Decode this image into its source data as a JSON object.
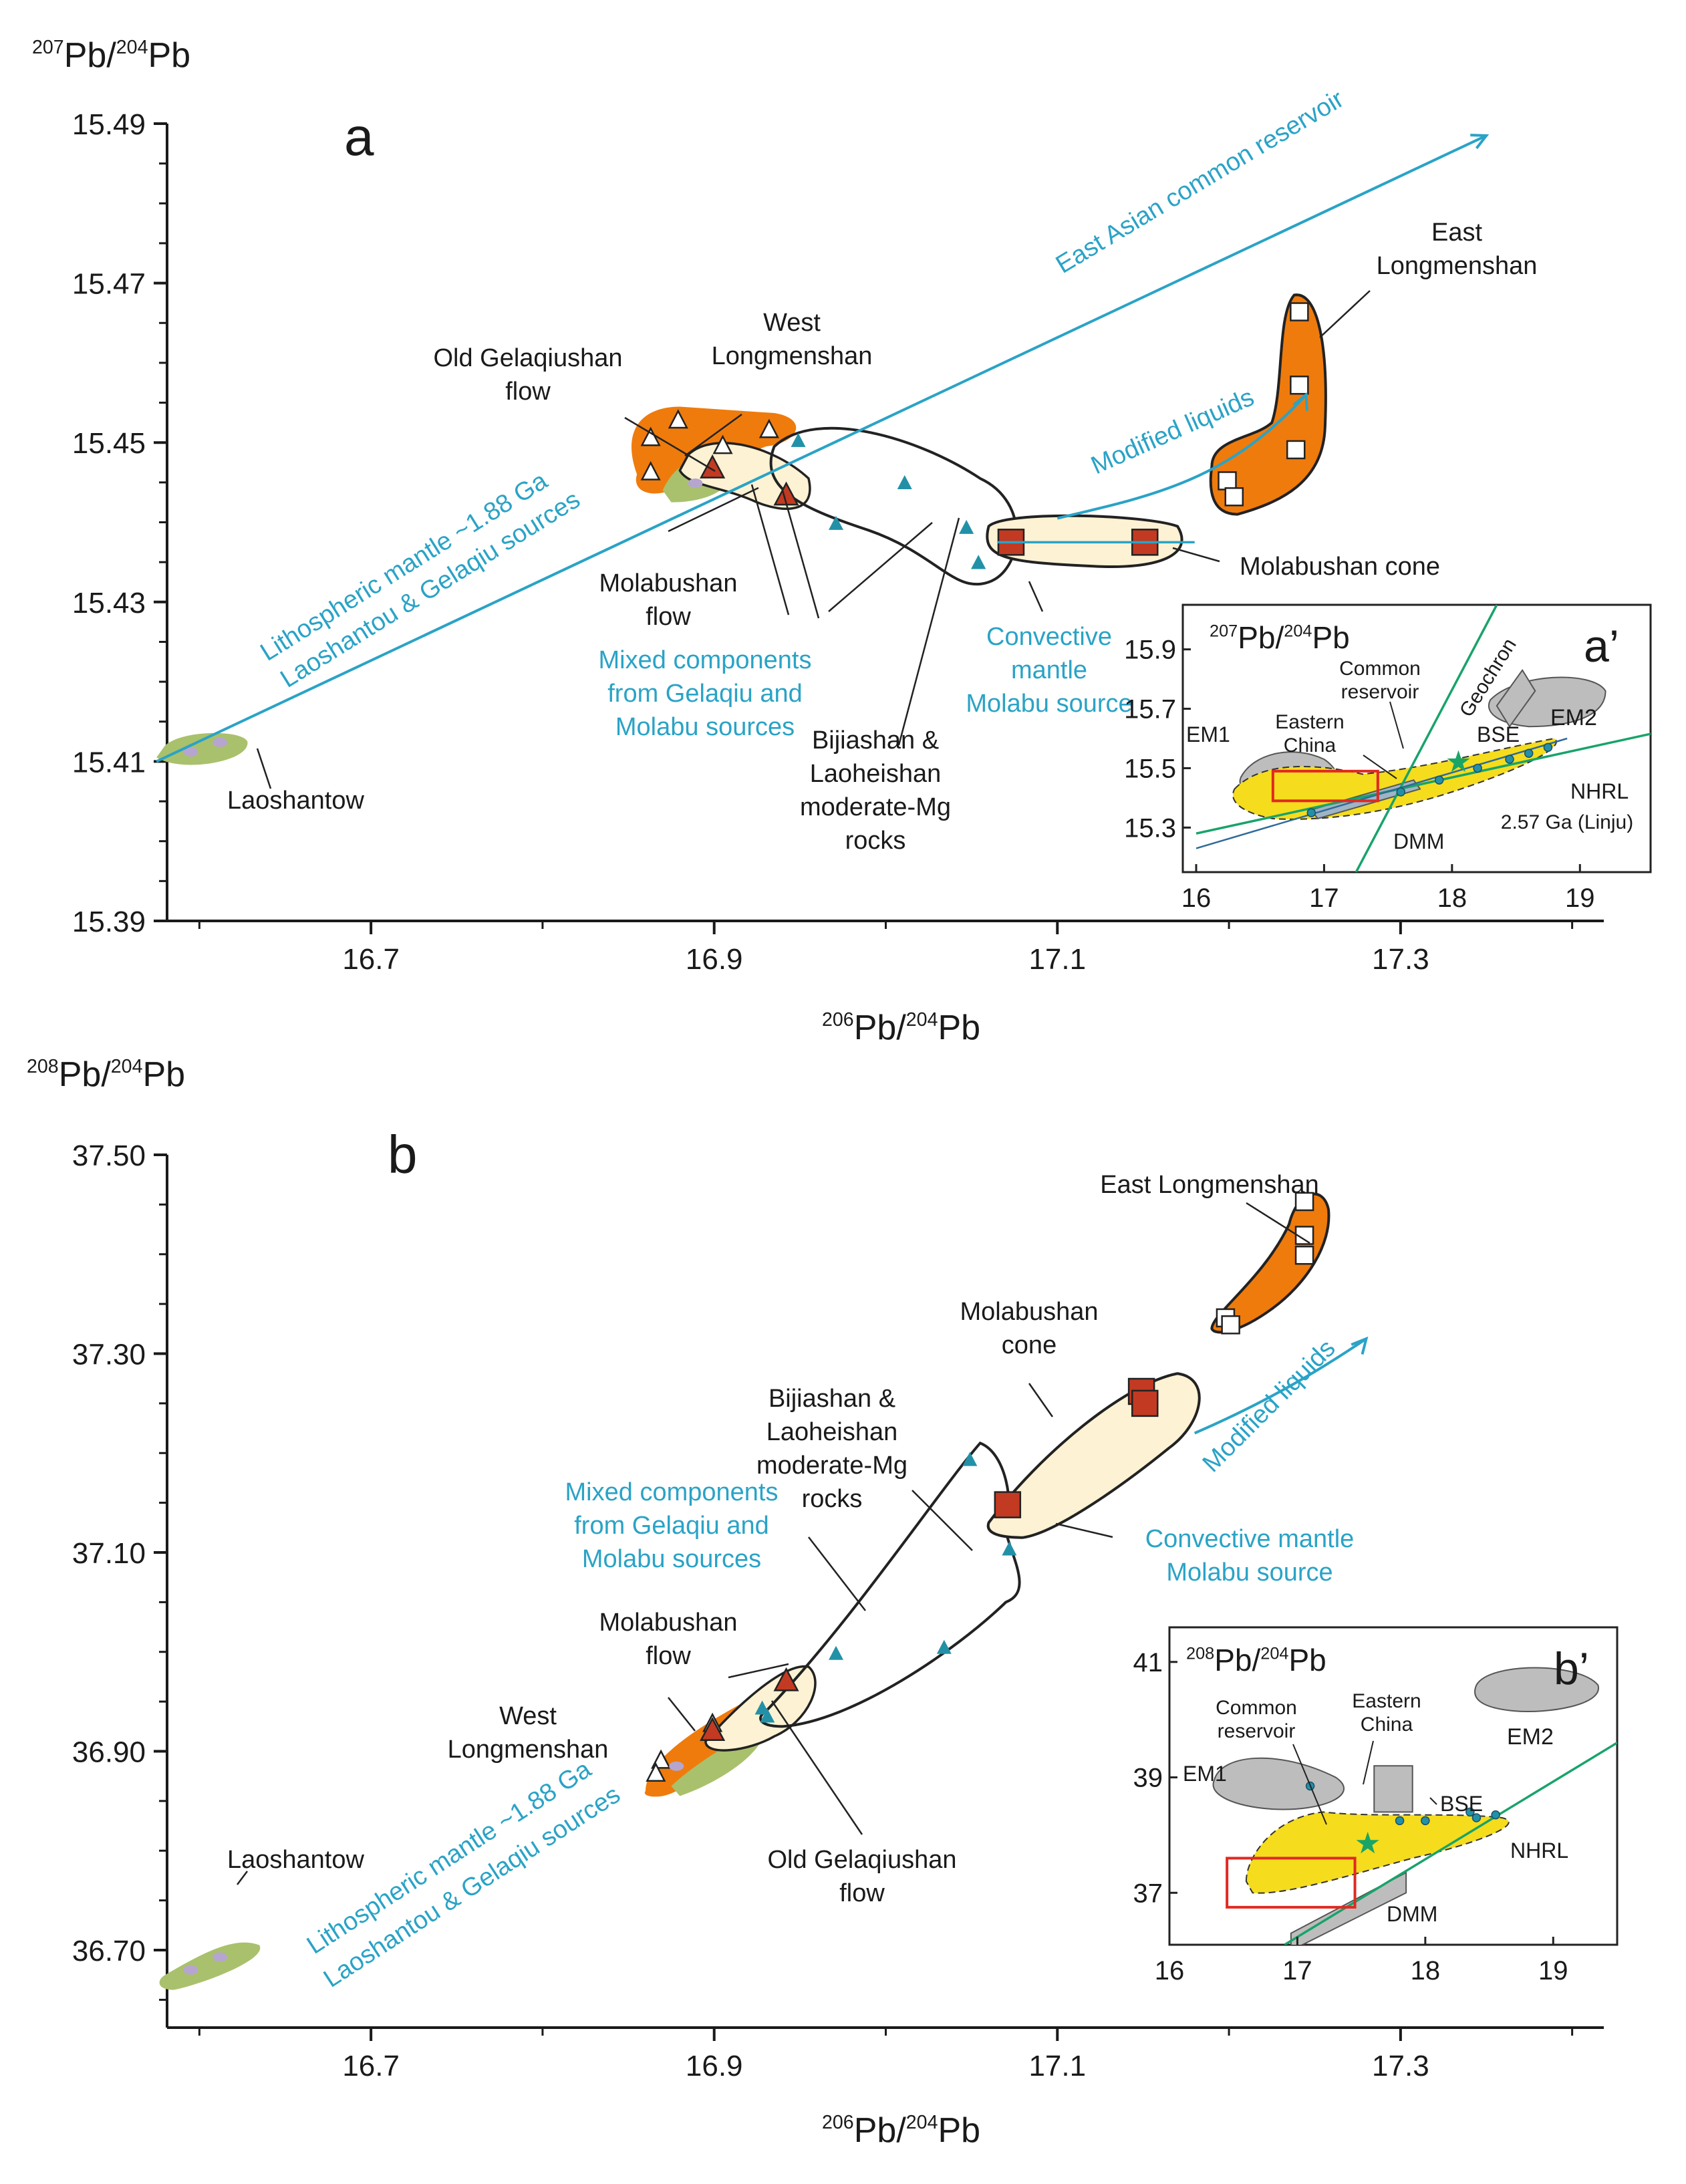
{
  "colors": {
    "axis": "#1a1a1a",
    "blue": "#2aa3c6",
    "orange": "#ef7b0d",
    "cream": "#fdf2d3",
    "green_fill": "#a9c16c",
    "lilac": "#b6a5cf",
    "red_marker": "#c33a22",
    "teal_marker": "#2291a8",
    "yellow": "#f5dc1d",
    "grey": "#bdbdbd",
    "nhrl_green": "#18a36a",
    "star_green": "#1aa566",
    "box_red": "#e02a22"
  },
  "chart_data": [
    {
      "type": "scatter",
      "panel": "a",
      "ylabel": {
        "sup1": "207",
        "mid": "Pb/",
        "sup2": "204",
        "end": "Pb"
      },
      "xlabel": {
        "sup1": "206",
        "mid": "Pb/",
        "sup2": "204",
        "end": "Pb"
      },
      "xlim": [
        16.58,
        17.42
      ],
      "ylim": [
        15.39,
        15.49
      ],
      "xticks": [
        "16.7",
        "16.9",
        "17.1",
        "17.3"
      ],
      "yticks": [
        "15.39",
        "15.41",
        "15.43",
        "15.45",
        "15.47",
        "15.49"
      ],
      "series": [
        {
          "marker": "open-triangle",
          "points": [
            [
              16.863,
              15.4505
            ],
            [
              16.879,
              15.4527
            ],
            [
              16.905,
              15.4495
            ],
            [
              16.932,
              15.4515
            ],
            [
              16.863,
              15.4462
            ]
          ]
        },
        {
          "marker": "red-triangle",
          "points": [
            [
              16.899,
              15.4467
            ],
            [
              16.942,
              15.4433
            ]
          ]
        },
        {
          "marker": "teal-triangle",
          "points": [
            [
              16.949,
              15.4502
            ],
            [
              16.971,
              15.4398
            ],
            [
              17.011,
              15.4449
            ],
            [
              17.047,
              15.4393
            ],
            [
              17.054,
              15.4349
            ],
            [
              17.054,
              15.4349
            ]
          ]
        },
        {
          "marker": "red-square",
          "points": [
            [
              17.073,
              15.4375
            ],
            [
              17.151,
              15.4375
            ]
          ]
        },
        {
          "marker": "open-square",
          "points": [
            [
              17.241,
              15.4664
            ],
            [
              17.241,
              15.4572
            ],
            [
              17.239,
              15.4491
            ],
            [
              17.199,
              15.4452
            ],
            [
              17.203,
              15.4432
            ]
          ]
        },
        {
          "marker": "lilac-dot",
          "points": [
            [
              16.595,
              15.4112
            ],
            [
              16.612,
              15.4124
            ],
            [
              16.889,
              15.4449
            ]
          ]
        }
      ],
      "labels": {
        "panel": "a",
        "east_asian": "East Asian common reservoir",
        "lith1": "Lithospheric mantle ~1.88 Ga",
        "lith2": "Laoshantou & Gelaqiu sources",
        "east_lm1": "East",
        "east_lm2": "Longmenshan",
        "west_lm1": "West",
        "west_lm2": "Longmenshan",
        "old_gel1": "Old Gelaqiushan",
        "old_gel2": "flow",
        "mola_flow1": "Molabushan",
        "mola_flow2": "flow",
        "mixed1": "Mixed components",
        "mixed2": "from Gelaqiu and",
        "mixed3": "Molabu sources",
        "biji1": "Bijiashan &",
        "biji2": "Laoheishan",
        "biji3": "moderate-Mg",
        "biji4": "rocks",
        "conv1": "Convective",
        "conv2": "mantle",
        "conv3": "Molabu source",
        "mola_cone": "Molabushan cone",
        "modified": "Modified liquids",
        "laoshantow": "Laoshantow"
      },
      "inset": {
        "tag": "a’",
        "ylabel": {
          "sup1": "207",
          "mid": "Pb/",
          "sup2": "204",
          "end": "Pb"
        },
        "xlim": [
          16,
          19.5
        ],
        "ylim": [
          15.15,
          16.05
        ],
        "xticks": [
          "16",
          "17",
          "18",
          "19"
        ],
        "yticks": [
          "15.3",
          "15.5",
          "15.7",
          "15.9"
        ],
        "labels": {
          "em1": "EM1",
          "em2": "EM2",
          "bse": "BSE",
          "dmm": "DMM",
          "nhrl": "NHRL",
          "geochron": "Geochron",
          "common1": "Common",
          "common2": "reservoir",
          "eastern1": "Eastern",
          "eastern2": "China",
          "linju": "2.57 Ga (Linju)"
        }
      }
    },
    {
      "type": "scatter",
      "panel": "b",
      "ylabel": {
        "sup1": "208",
        "mid": "Pb/",
        "sup2": "204",
        "end": "Pb"
      },
      "xlabel": {
        "sup1": "206",
        "mid": "Pb/",
        "sup2": "204",
        "end": "Pb"
      },
      "xlim": [
        16.58,
        17.42
      ],
      "ylim": [
        36.62,
        37.5
      ],
      "xticks": [
        "16.7",
        "16.9",
        "17.1",
        "17.3"
      ],
      "yticks": [
        "36.70",
        "36.90",
        "37.10",
        "37.30",
        "37.50"
      ],
      "series": [
        {
          "marker": "open-triangle",
          "points": [
            [
              16.869,
              36.89
            ],
            [
              16.866,
              36.877
            ],
            [
              16.899,
              36.927
            ]
          ]
        },
        {
          "marker": "red-triangle",
          "points": [
            [
              16.899,
              36.92
            ],
            [
              16.942,
              36.97
            ]
          ]
        },
        {
          "marker": "teal-triangle",
          "points": [
            [
              16.928,
              36.943
            ],
            [
              16.931,
              36.935
            ],
            [
              16.971,
              36.998
            ],
            [
              17.034,
              37.004
            ],
            [
              17.049,
              37.193
            ],
            [
              17.072,
              37.103
            ]
          ]
        },
        {
          "marker": "red-square",
          "points": [
            [
              17.071,
              37.148
            ],
            [
              17.149,
              37.262
            ],
            [
              17.151,
              37.25
            ]
          ]
        },
        {
          "marker": "open-square",
          "points": [
            [
              17.244,
              37.453
            ],
            [
              17.244,
              37.419
            ],
            [
              17.244,
              37.399
            ],
            [
              17.198,
              37.336
            ],
            [
              17.201,
              37.329
            ]
          ]
        },
        {
          "marker": "lilac-dot",
          "points": [
            [
              16.595,
              36.68
            ],
            [
              16.612,
              36.693
            ],
            [
              16.878,
              36.885
            ]
          ]
        }
      ],
      "labels": {
        "panel": "b",
        "east_lm": "East Longmenshan",
        "west_lm1": "West",
        "west_lm2": "Longmenshan",
        "old_gel1": "Old Gelaqiushan",
        "old_gel2": "flow",
        "mola_flow1": "Molabushan",
        "mola_flow2": "flow",
        "mola_cone1": "Molabushan",
        "mola_cone2": "cone",
        "biji1": "Bijiashan &",
        "biji2": "Laoheishan",
        "biji3": "moderate-Mg",
        "biji4": "rocks",
        "mixed1": "Mixed components",
        "mixed2": "from Gelaqiu and",
        "mixed3": "Molabu sources",
        "conv1": "Convective mantle",
        "conv2": "Molabu source",
        "modified": "Modified liquids",
        "lith1": "Lithospheric mantle ~1.88 Ga",
        "lith2": "Laoshantou & Gelaqiu sources",
        "laoshantow": "Laoshantow"
      },
      "inset": {
        "tag": "b’",
        "ylabel": {
          "sup1": "208",
          "mid": "Pb/",
          "sup2": "204",
          "end": "Pb"
        },
        "xlim": [
          16,
          19.5
        ],
        "ylim": [
          36.1,
          41.6
        ],
        "xticks": [
          "16",
          "17",
          "18",
          "19"
        ],
        "yticks": [
          "37",
          "39",
          "41"
        ],
        "labels": {
          "em1": "EM1",
          "em2": "EM2",
          "bse": "BSE",
          "dmm": "DMM",
          "nhrl": "NHRL",
          "common1": "Common",
          "common2": "reservoir",
          "eastern1": "Eastern",
          "eastern2": "China"
        }
      }
    }
  ]
}
